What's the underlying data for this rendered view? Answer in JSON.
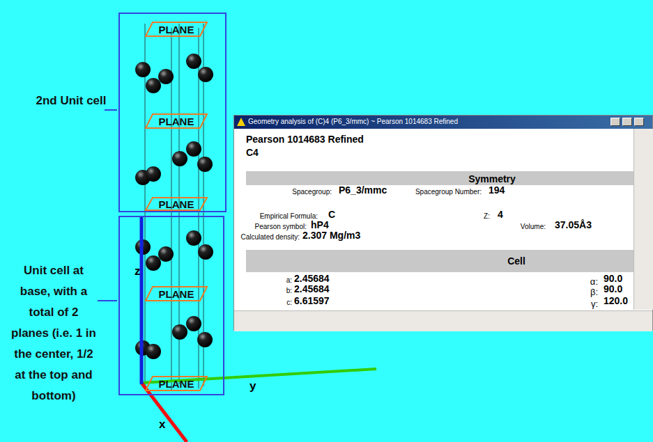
{
  "diagram": {
    "nodes": [
      {
        "text": [
          "2nd Unit cell"
        ]
      },
      {
        "text": [
          "PLANE"
        ],
        "in": 0
      },
      {
        "text": [
          "PLANE"
        ],
        "in": 0
      },
      {
        "text": [
          "PLANE"
        ],
        "in": 0
      },
      {
        "text": [
          "Unit cell at base, with a total of 2 planes (i.e. 1 in the center, 1/2 at the top and bottom)"
        ]
      },
      {
        "text": [
          "PLANE"
        ],
        "in": 4
      },
      {
        "text": [
          "PLANE"
        ],
        "in": 4
      },
      {
        "text": [
          "Geometry analysis of (C)4  (P6_3/mmc) ~ Pearson 1014683 Refined",
          "Pearson 1014683 Refined",
          "C4",
          "Symmetry",
          "Spacegroup:",
          "P6_3/mmc",
          "Spacegroup Number:",
          "194",
          "Empirical Formula:",
          "C",
          "Z:",
          "4",
          "Pearson symbol:",
          "hP4",
          "Volume:",
          "37.05Å3",
          "Calculated density:",
          "2.307 Mg/m3",
          "Cell",
          "a:",
          "2.45684",
          "b:",
          "2.45684",
          "c:",
          "6.61597",
          "α:",
          "90.0",
          "β:",
          "90.0",
          "γ:",
          "120.0"
        ]
      }
    ],
    "labels": [
      "z",
      "y",
      "x"
    ]
  }
}
